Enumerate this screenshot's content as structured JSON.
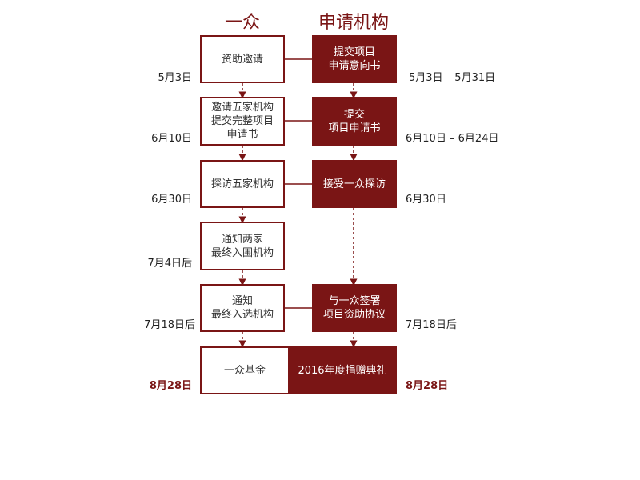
{
  "colors": {
    "accent": "#7a1515"
  },
  "headers": {
    "left": "一众",
    "right": "申请机构"
  },
  "steps": [
    {
      "left": "资助邀请",
      "right": "提交项目\n申请意向书",
      "left_date": "5月3日",
      "right_date": "5月3日 – 5月31日"
    },
    {
      "left": "邀请五家机构\n提交完整项目\n申请书",
      "right": "提交\n项目申请书",
      "left_date": "6月10日",
      "right_date": "6月10日 – 6月24日"
    },
    {
      "left": "探访五家机构",
      "right": "接受一众探访",
      "left_date": "6月30日",
      "right_date": "6月30日"
    },
    {
      "left": "通知两家\n最终入围机构",
      "right": "",
      "left_date": "7月4日后",
      "right_date": ""
    },
    {
      "left": "通知\n最终入选机构",
      "right": "与一众签署\n项目资助协议",
      "left_date": "7月18日后",
      "right_date": "7月18日后"
    },
    {
      "left": "一众基金",
      "right": "2016年度捐赠典礼",
      "left_date": "8月28日",
      "right_date": "8月28日"
    }
  ]
}
